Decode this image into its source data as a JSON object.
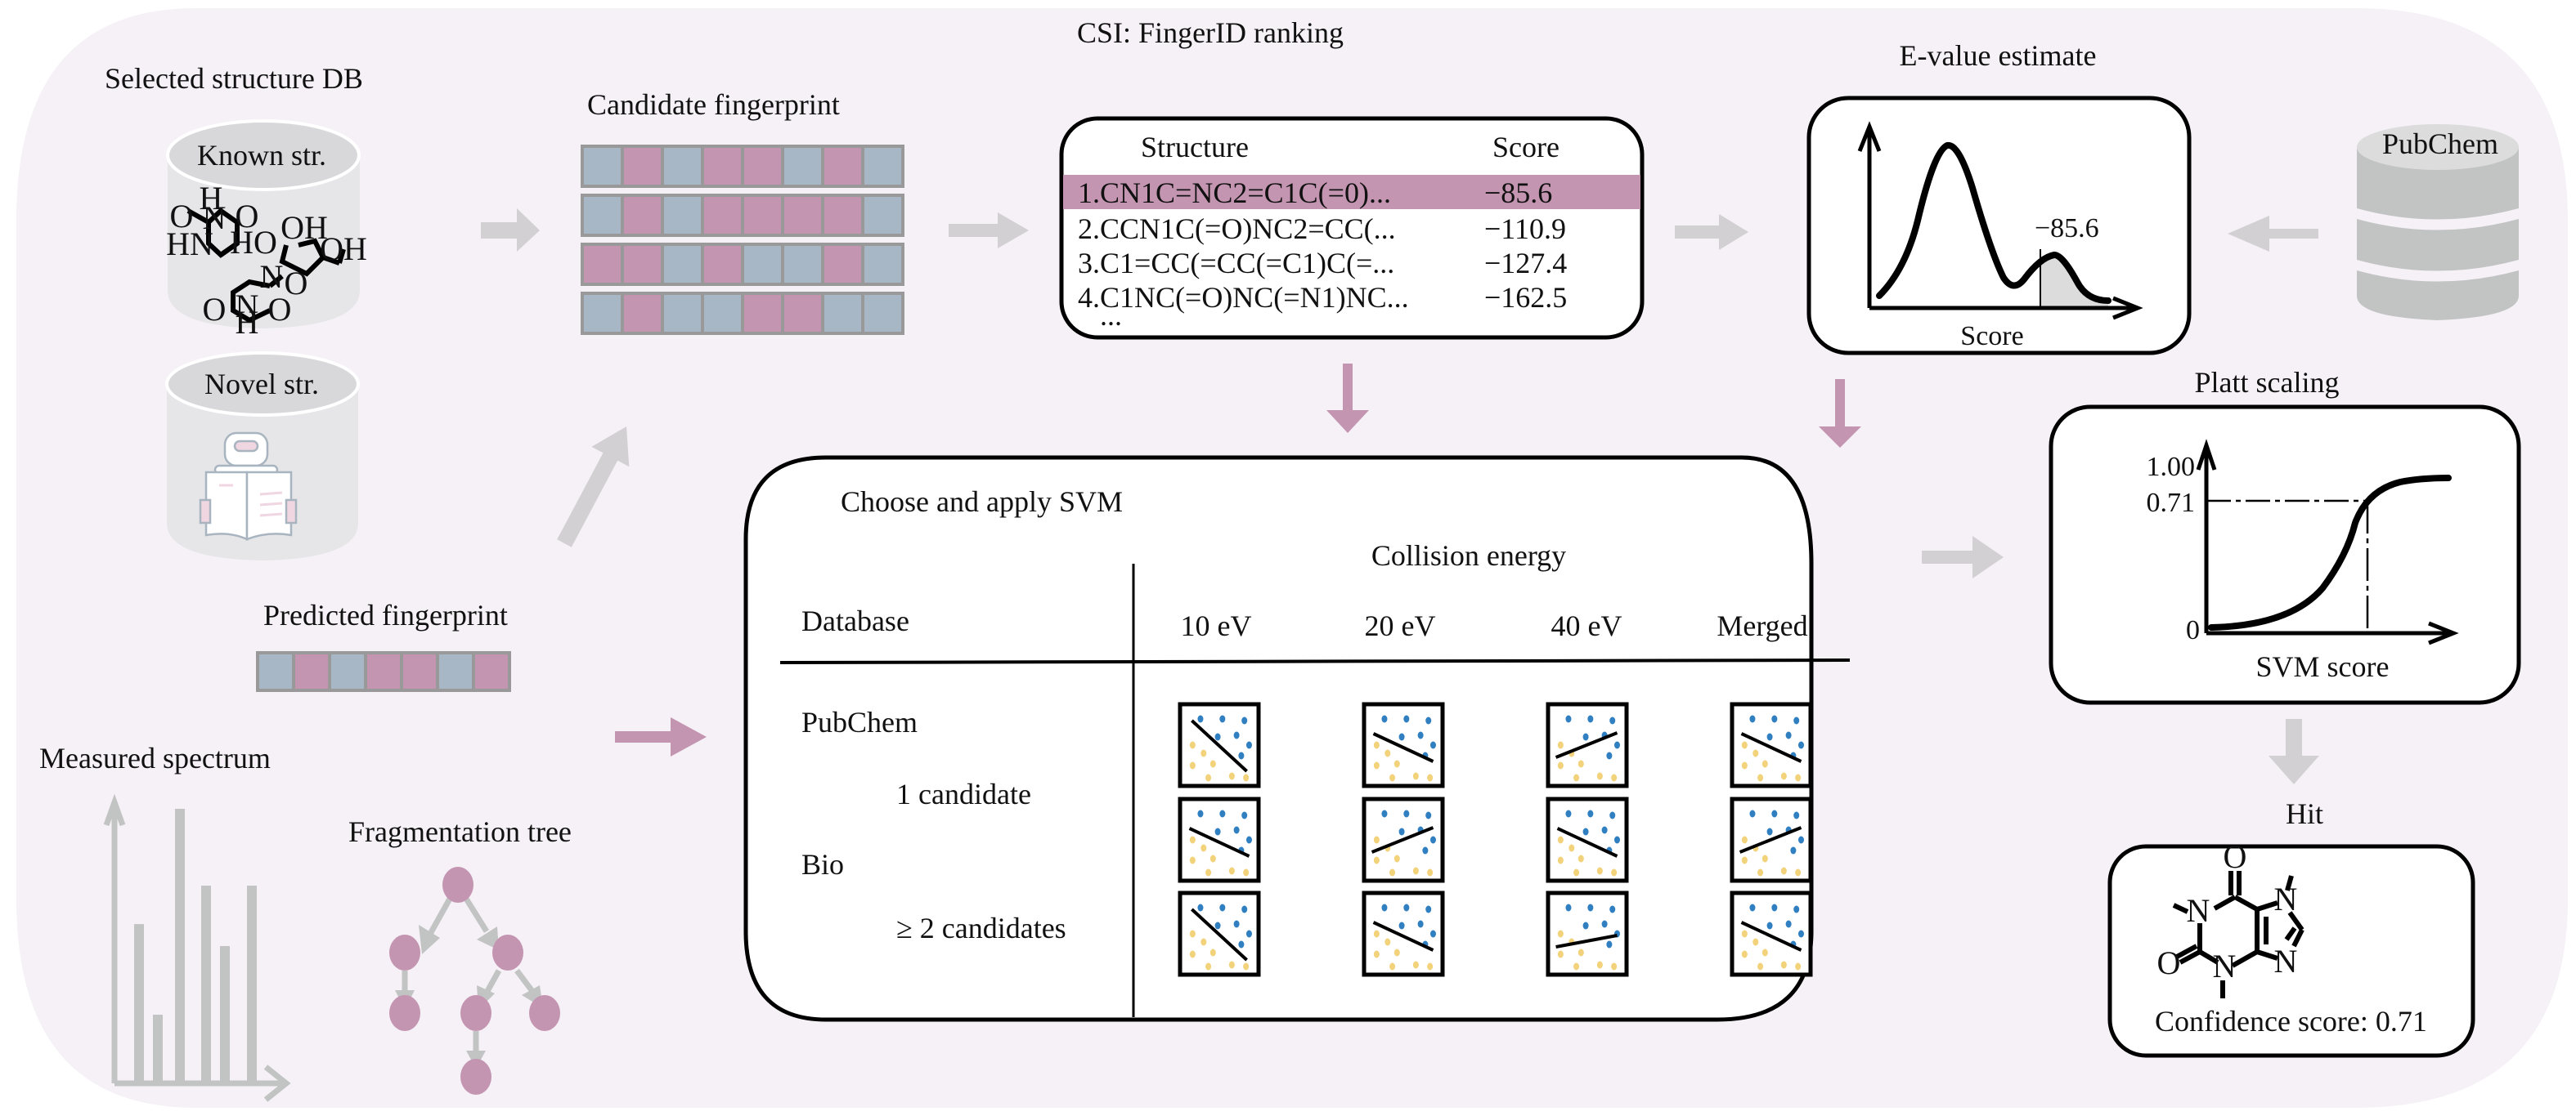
{
  "colors": {
    "background_panel": "#f5f1f7",
    "pink": "#c495b1",
    "blue_cell": "#a7b7c6",
    "cell_border": "#999999",
    "gray_arrow": "#d3d0d4",
    "db_gray": "#c2c3c3",
    "db_top": "#dcdcdc",
    "svm_blue": "#2f7fc1",
    "svm_yellow": "#f2d27a"
  },
  "structure_db": {
    "title": "Selected structure DB",
    "known_label": "Known str.",
    "novel_label": "Novel str.",
    "known_atoms": [
      "H",
      "O",
      "N",
      "O",
      "HN",
      "HO",
      "OH",
      "OH",
      "N",
      "O",
      "O",
      "N",
      "O",
      "H"
    ]
  },
  "candidate_fingerprint": {
    "title": "Candidate fingerprint",
    "rows": [
      [
        "B",
        "P",
        "B",
        "P",
        "P",
        "B",
        "P",
        "B"
      ],
      [
        "B",
        "P",
        "B",
        "P",
        "P",
        "P",
        "P",
        "B"
      ],
      [
        "P",
        "P",
        "B",
        "P",
        "B",
        "B",
        "P",
        "B"
      ],
      [
        "B",
        "P",
        "B",
        "B",
        "P",
        "P",
        "B",
        "B"
      ]
    ]
  },
  "predicted_fingerprint": {
    "title": "Predicted fingerprint",
    "cells": [
      "B",
      "P",
      "B",
      "P",
      "P",
      "B",
      "P"
    ]
  },
  "measured_spectrum": {
    "title": "Measured spectrum",
    "peaks": [
      0.58,
      0.25,
      1.0,
      0.72,
      0.5,
      0.72
    ]
  },
  "fragmentation_tree": {
    "title": "Fragmentation tree"
  },
  "ranking": {
    "title": "CSI: FingerID ranking",
    "col_structure": "Structure",
    "col_score": "Score",
    "rows": [
      {
        "structure": "1.CN1C=NC2=C1C(=0)...",
        "score": "−85.6",
        "highlight": true
      },
      {
        "structure": "2.CCN1C(=O)NC2=CC(...",
        "score": "−110.9",
        "highlight": false
      },
      {
        "structure": "3.C1=CC(=CC(=C1)C(=...",
        "score": "−127.4",
        "highlight": false
      },
      {
        "structure": "4.C1NC(=O)NC(=N1)NC...",
        "score": "−162.5",
        "highlight": false
      }
    ],
    "more": "..."
  },
  "evalue": {
    "title": "E-value estimate",
    "xlabel": "Score",
    "marker_label": "−85.6"
  },
  "pubchem_db": {
    "label": "PubChem"
  },
  "svm": {
    "title": "Choose and apply SVM",
    "group_header": "Collision energy",
    "row_header": "Database",
    "columns": [
      "10 eV",
      "20 eV",
      "40 eV",
      "Merged"
    ],
    "row_labels": [
      "PubChem",
      "1 candidate",
      "Bio",
      "≥ 2 candidates"
    ],
    "line_slopes": [
      [
        "down-steep",
        "down",
        "up",
        "down"
      ],
      [
        "down",
        "up",
        "down",
        "up"
      ],
      [
        "down-steep",
        "down",
        "up-flat",
        "down"
      ]
    ]
  },
  "platt": {
    "title": "Platt scaling",
    "xlabel": "SVM score",
    "y_top": "1.00",
    "y_mark": "0.71",
    "y_zero": "0",
    "mark_value": 0.71
  },
  "hit": {
    "title": "Hit",
    "confidence_text": "Confidence score: 0.71",
    "atoms": [
      "O",
      "N",
      "N",
      "O",
      "N",
      "N"
    ]
  }
}
